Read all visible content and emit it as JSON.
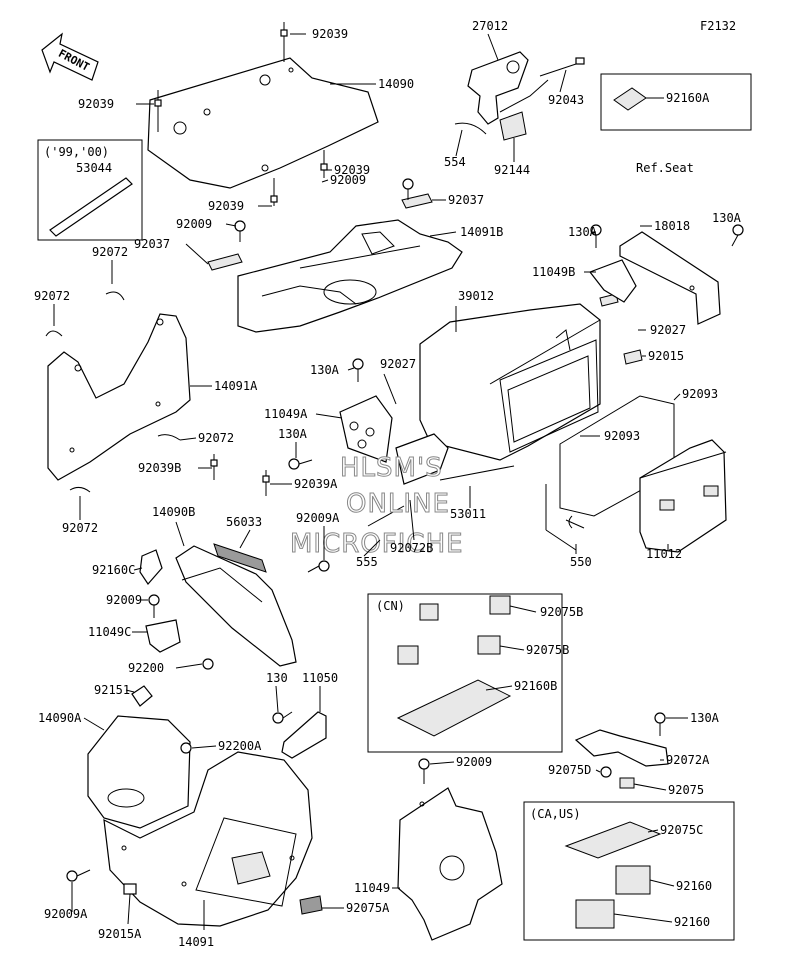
{
  "figure_code": "F2132",
  "front_label": "FRONT",
  "ref_seat_label": "Ref.Seat",
  "year_box_label": "('99,'00)",
  "cn_box_label": "(CN)",
  "ca_us_box_label": "(CA,US)",
  "watermark": [
    "HLSM'S",
    "ONLINE",
    "MICROFICHE"
  ],
  "parts": [
    {
      "id": "p1",
      "label": "92039"
    },
    {
      "id": "p2",
      "label": "27012"
    },
    {
      "id": "p3",
      "label": "14090"
    },
    {
      "id": "p4",
      "label": "92039"
    },
    {
      "id": "p5",
      "label": "92043"
    },
    {
      "id": "p6",
      "label": "92160A"
    },
    {
      "id": "p7",
      "label": "53044"
    },
    {
      "id": "p8",
      "label": "554"
    },
    {
      "id": "p9",
      "label": "92144"
    },
    {
      "id": "p10",
      "label": "92039"
    },
    {
      "id": "p11",
      "label": "92009"
    },
    {
      "id": "p12",
      "label": "92039"
    },
    {
      "id": "p13",
      "label": "92037"
    },
    {
      "id": "p14",
      "label": "92009"
    },
    {
      "id": "p15",
      "label": "92072"
    },
    {
      "id": "p16",
      "label": "18018"
    },
    {
      "id": "p17",
      "label": "130A"
    },
    {
      "id": "p18",
      "label": "130A"
    },
    {
      "id": "p19",
      "label": "14091B"
    },
    {
      "id": "p20",
      "label": "92037"
    },
    {
      "id": "p21",
      "label": "11049B"
    },
    {
      "id": "p22",
      "label": "92072"
    },
    {
      "id": "p23",
      "label": "39012"
    },
    {
      "id": "p24",
      "label": "92027"
    },
    {
      "id": "p25",
      "label": "130A"
    },
    {
      "id": "p26",
      "label": "92027"
    },
    {
      "id": "p27",
      "label": "92015"
    },
    {
      "id": "p28",
      "label": "14091A"
    },
    {
      "id": "p29",
      "label": "92093"
    },
    {
      "id": "p30",
      "label": "11049A"
    },
    {
      "id": "p31",
      "label": "130A"
    },
    {
      "id": "p32",
      "label": "92072"
    },
    {
      "id": "p33",
      "label": "92093"
    },
    {
      "id": "p34",
      "label": "92039B"
    },
    {
      "id": "p35",
      "label": "92039A"
    },
    {
      "id": "p36",
      "label": "92072"
    },
    {
      "id": "p37",
      "label": "53011"
    },
    {
      "id": "p38",
      "label": "14090B"
    },
    {
      "id": "p39",
      "label": "56033"
    },
    {
      "id": "p40",
      "label": "92009A"
    },
    {
      "id": "p41",
      "label": "92072B"
    },
    {
      "id": "p42",
      "label": "555"
    },
    {
      "id": "p43",
      "label": "550"
    },
    {
      "id": "p44",
      "label": "11012"
    },
    {
      "id": "p45",
      "label": "92160C"
    },
    {
      "id": "p46",
      "label": "92009"
    },
    {
      "id": "p47",
      "label": "11049C"
    },
    {
      "id": "p48",
      "label": "92075B"
    },
    {
      "id": "p49",
      "label": "92075B"
    },
    {
      "id": "p50",
      "label": "92200"
    },
    {
      "id": "p51",
      "label": "130"
    },
    {
      "id": "p52",
      "label": "11050"
    },
    {
      "id": "p53",
      "label": "92160B"
    },
    {
      "id": "p54",
      "label": "92151"
    },
    {
      "id": "p55",
      "label": "14090A"
    },
    {
      "id": "p56",
      "label": "92200A"
    },
    {
      "id": "p57",
      "label": "130A"
    },
    {
      "id": "p58",
      "label": "92072A"
    },
    {
      "id": "p59",
      "label": "92009"
    },
    {
      "id": "p60",
      "label": "92075D"
    },
    {
      "id": "p61",
      "label": "92075"
    },
    {
      "id": "p62",
      "label": "92075C"
    },
    {
      "id": "p63",
      "label": "11049"
    },
    {
      "id": "p64",
      "label": "92160"
    },
    {
      "id": "p65",
      "label": "92009A"
    },
    {
      "id": "p66",
      "label": "92015A"
    },
    {
      "id": "p67",
      "label": "92075A"
    },
    {
      "id": "p68",
      "label": "14091"
    },
    {
      "id": "p69",
      "label": "92160"
    }
  ]
}
